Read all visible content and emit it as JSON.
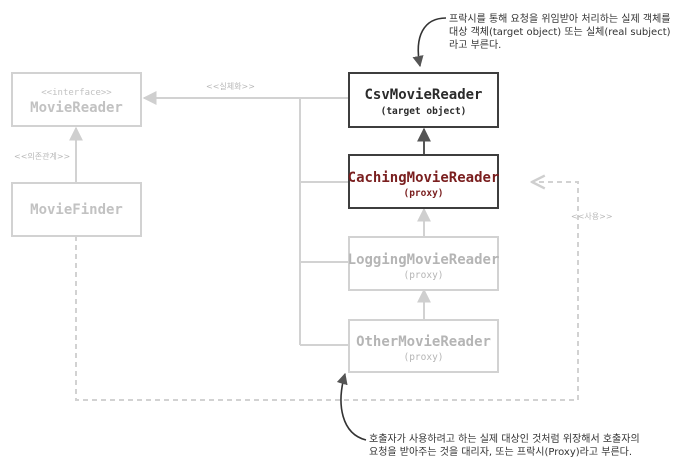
{
  "colors": {
    "faded": "#cfcfcf",
    "faded_text": "#bdbdbd",
    "dark": "#4a4a4a",
    "dark_text": "#2b2b2b",
    "accent": "#7a1f1f",
    "note_text": "#333333"
  },
  "boxes": {
    "movie_reader": {
      "stereotype": "<<interface>>",
      "name": "MovieReader"
    },
    "movie_finder": {
      "name": "MovieFinder"
    },
    "csv_movie_reader": {
      "name": "CsvMovieReader",
      "sub": "(target object)"
    },
    "caching_movie_reader": {
      "name": "CachingMovieReader",
      "sub": "(proxy)"
    },
    "logging_movie_reader": {
      "name": "LoggingMovieReader",
      "sub": "(proxy)"
    },
    "other_movie_reader": {
      "name": "OtherMovieReader",
      "sub": "(proxy)"
    }
  },
  "relations": {
    "realization": "<<실체화>>",
    "dependency": "<<의존관계>>",
    "usage": "<<사용>>"
  },
  "notes": {
    "target": [
      "프락시를 통해 요청을 위임받아 처리하는 실제 객체를",
      "대상 객체(target object) 또는 실체(real subject)",
      "라고 부른다."
    ],
    "proxy": [
      "호출자가 사용하려고 하는 실제 대상인 것처럼 위장해서 호출자의",
      "요청을 받아주는 것을 대리자, 또는 프락시(Proxy)라고 부른다."
    ]
  }
}
